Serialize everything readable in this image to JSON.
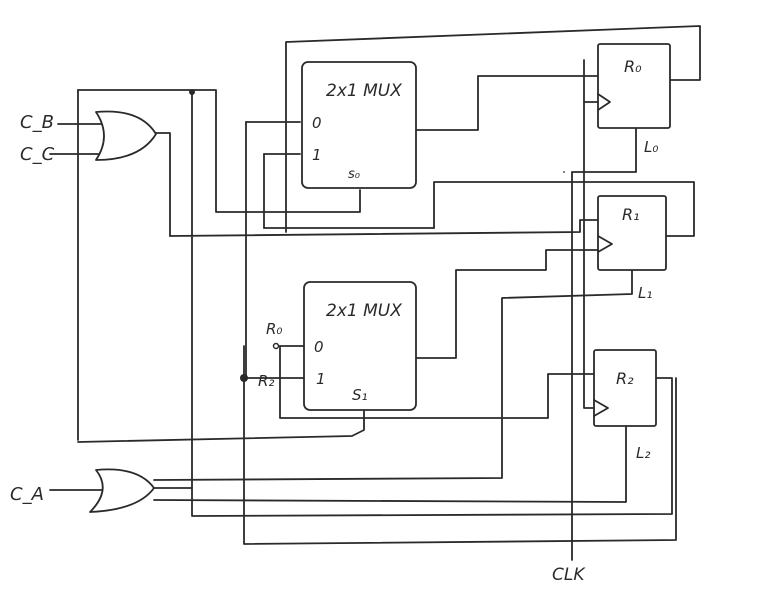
{
  "diagram": {
    "mux0": {
      "title": "2x1 MUX",
      "in0": "0",
      "in1": "1",
      "select": "s₀"
    },
    "mux1": {
      "title": "2x1 MUX",
      "in0": "0",
      "in1": "1",
      "select": "S₁"
    },
    "registers": [
      {
        "name": "R₀",
        "load": "L₀"
      },
      {
        "name": "R₁",
        "load": "L₁"
      },
      {
        "name": "R₂",
        "load": "L₂"
      }
    ],
    "inputs": {
      "cb": "C_B",
      "cc": "C_C",
      "ca": "C_A",
      "clk": "CLK"
    },
    "labels": {
      "r0_in": "R₀",
      "r2_in": "R₂"
    }
  }
}
